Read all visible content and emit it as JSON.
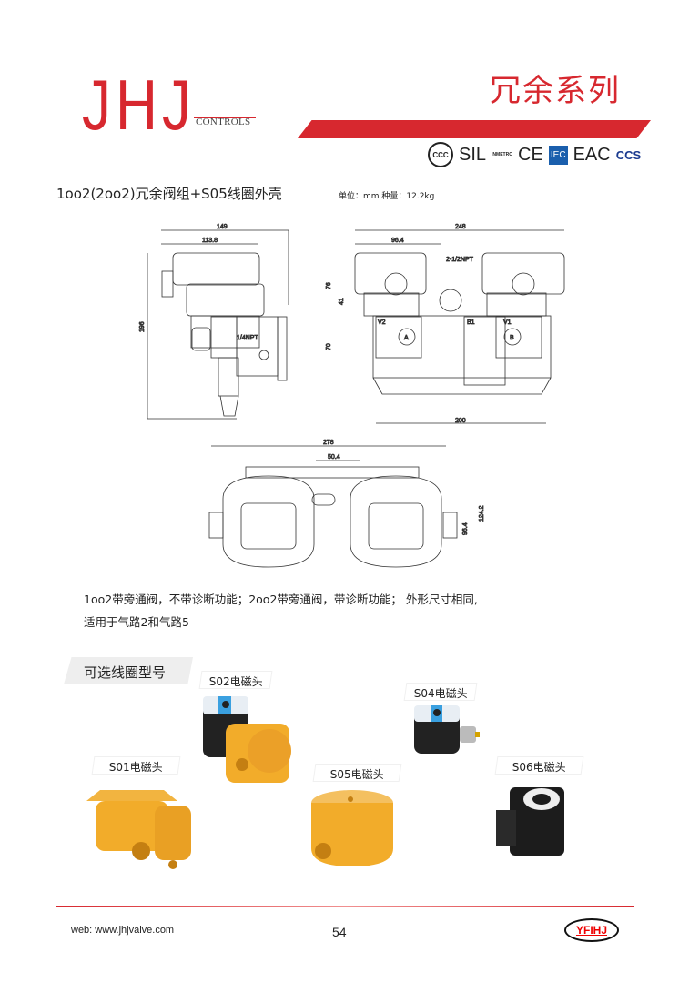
{
  "header": {
    "brand": "JHJ",
    "brand_sub": "CONTROLS",
    "series": "冗余系列",
    "certifications": [
      "CCC",
      "SIL",
      "INMETRO",
      "CE",
      "IEC",
      "EAC",
      "CCS"
    ]
  },
  "product": {
    "title": "1oo2(2oo2)冗余阀组+S05线圈外壳",
    "unit_weight": "单位：mm   种量：12.2kg"
  },
  "drawing": {
    "side": {
      "width_total": "149",
      "width_top": "113.8",
      "height": "196",
      "port": "1/4NPT"
    },
    "front": {
      "width_total": "248",
      "width_head": "96.4",
      "port": "2-1/2NPT",
      "h1": "76",
      "h2": "41",
      "h3": "70",
      "base": "200",
      "labels": [
        "V2",
        "A",
        "B1",
        "V1",
        "B"
      ]
    },
    "top": {
      "width_total": "278",
      "gap": "50.4",
      "h1": "96.4",
      "h2": "124.2"
    }
  },
  "description": [
    "1oo2带旁通阀，不带诊断功能；2oo2带旁通阀，带诊断功能； 外形尺寸相同,",
    "适用于气路2和气路5"
  ],
  "options": {
    "heading": "可选线圈型号",
    "coils": [
      "S01电磁头",
      "S02电磁头",
      "S04电磁头",
      "S05电磁头",
      "S06电磁头"
    ]
  },
  "footer": {
    "web": "web:  www.jhjvalve.com",
    "page": "54",
    "logo": "YFIHJ"
  },
  "colors": {
    "brand_red": "#d7282f",
    "yellow": "#f2ac2a",
    "coil_black": "#222222",
    "label_blue": "#3aa0e0"
  }
}
